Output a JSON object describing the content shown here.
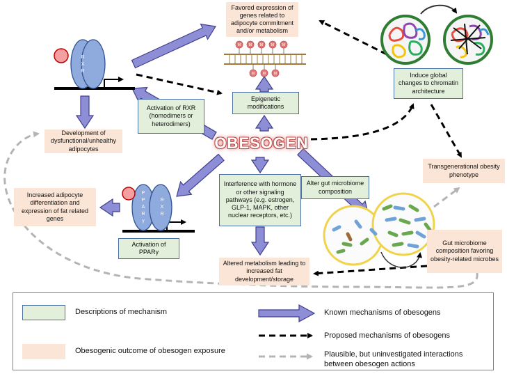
{
  "center": {
    "label": "OBESOGEN"
  },
  "mechanisms": {
    "rxr_activation": "Activation of RXR (homodimers or heterodimers)",
    "epigenetic": "Epigenetic modifications",
    "interference": "Interference with hormone or other signaling pathways (e.g. estrogen, GLP-1, MAPK, other nuclear receptors, etc.)",
    "gut_alter": "Alter gut microbiome composition",
    "chromatin": "Induce global changes to chromatin architecture",
    "ppar_activation": "Activation of PPARγ"
  },
  "outcomes": {
    "favored_expression": "Favored expression of genes related to adipocyte commitment and/or metabolism",
    "dysfunctional": "Development of dysfunctional/unhealthy adipocytes",
    "increased_diff": "Increased adipocyte differentiation and expression of fat related genes",
    "altered_metabolism": "Altered metabolism leading to increased fat development/storage",
    "transgenerational": "Transgenerational obesity phenotype",
    "gut_favoring": "Gut microbiome composition favoring obesity-related microbes"
  },
  "receptors": {
    "rxr_letters": [
      "R",
      "X",
      "R"
    ],
    "ppar_letters": [
      "P",
      "P",
      "A",
      "R",
      "γ"
    ],
    "ppar_rxr_letters": [
      "R",
      "X",
      "R"
    ]
  },
  "methyl_marks": {
    "top": [
      "M",
      "M",
      "M",
      "M",
      "M"
    ],
    "bottom": [
      "M",
      "M",
      "M"
    ]
  },
  "legend": {
    "green_box": "Descriptions of mechanism",
    "peach_box": "Obesogenic outcome of obesogen exposure",
    "solid_arrow": "Known mechanisms of obesogens",
    "black_dashed": "Proposed mechanisms of obesogens",
    "grey_dashed": "Plausible, but uninvestigated interactions between obesogen actions"
  },
  "colors": {
    "arrow_fill": "#8e8ed6",
    "arrow_stroke": "#3f3f8f",
    "receptor": "#8faadc",
    "receptor_stroke": "#2f528f",
    "ligand": "#f4a0a0",
    "ligand_stroke": "#c00000",
    "green_box": "#e2efda",
    "peach_box": "#fbe5d6",
    "grey_dash": "#b4b4b4"
  }
}
